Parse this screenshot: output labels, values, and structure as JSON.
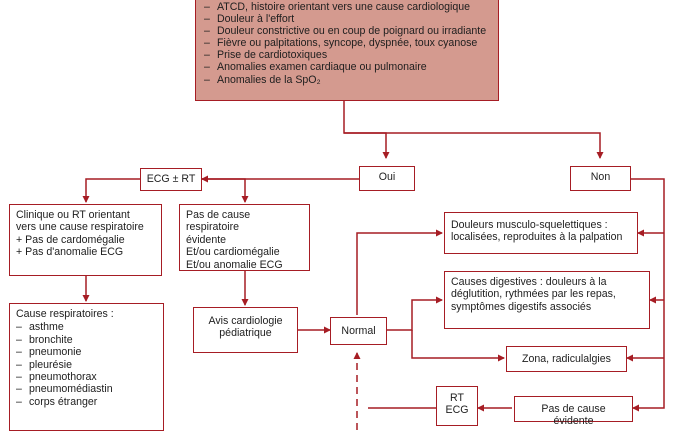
{
  "top_criteria": [
    "ATCD, histoire orientant vers une cause cardiologique",
    "Douleur à l'effort",
    "Douleur constrictive ou en coup de poignard ou irradiante",
    "Fièvre ou palpitations, syncope, dyspnée, toux cyanose",
    "Prise de cardiotoxiques",
    "Anomalies examen cardiaque ou pulmonaire",
    "Anomalies de la SpO₂"
  ],
  "yes_label": "Oui",
  "no_label": "Non",
  "ecg_rt_label": "ECG ± RT",
  "clinic_resp": [
    "Clinique ou RT orientant",
    "vers une cause respiratoire",
    "+ Pas de cardomégalie",
    "+ Pas d'anomalie ECG"
  ],
  "no_resp_cause": [
    "Pas de cause respiratoire",
    "évidente",
    "Et/ou cardiomégalie",
    "Et/ou anomalie ECG"
  ],
  "resp_causes": {
    "title": "Cause respiratoires :",
    "items": [
      "asthme",
      "bronchite",
      "pneumonie",
      "pleurésie",
      "pneumothorax",
      "pneumomédiastin",
      "corps étranger"
    ]
  },
  "cardio_opinion": [
    "Avis cardiologie",
    "pédiatrique"
  ],
  "normal_label": "Normal",
  "musculo": [
    "Douleurs musculo-squelettiques :",
    "localisées, reproduites à la palpation"
  ],
  "digestive": [
    "Causes digestives : douleurs à la",
    "déglutition, rythmées par les repas,",
    "symptômes digestifs associés"
  ],
  "zona": "Zona, radiculalgies",
  "no_obvious_cause": "Pas de cause évidente",
  "rt_ecg": [
    "RT",
    "ECG"
  ],
  "colors": {
    "accent": "#a61d24",
    "top_fill": "#d49a8f"
  }
}
